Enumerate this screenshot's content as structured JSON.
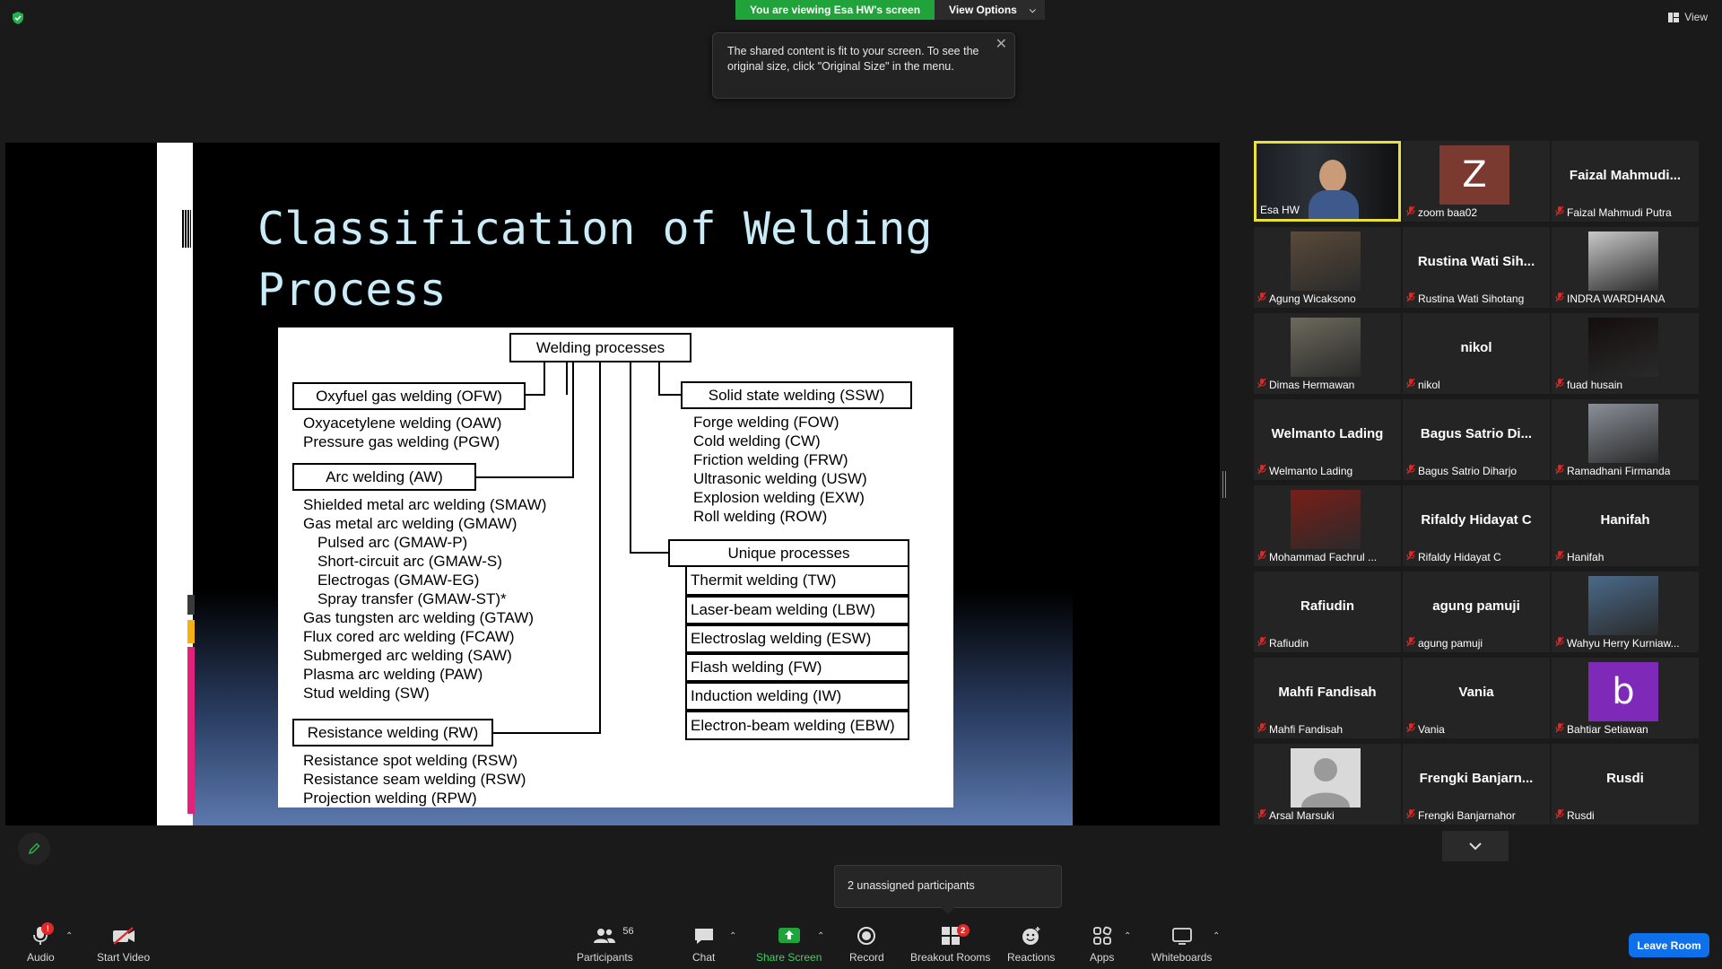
{
  "top": {
    "viewing_banner": "You are viewing Esa HW's screen",
    "view_options": "View Options",
    "tooltip": "The shared content is fit to your screen. To see the original size, click \"Original Size\" in the menu.",
    "view_label": "View"
  },
  "slide": {
    "title": "Classification of Welding Process",
    "root": "Welding processes",
    "ofw": "Oxyfuel gas welding (OFW)",
    "ofw_items": [
      "Oxyacetylene welding (OAW)",
      "Pressure gas welding (PGW)"
    ],
    "aw": "Arc welding (AW)",
    "aw_items": [
      "Shielded metal arc welding (SMAW)",
      "Gas metal arc welding (GMAW)"
    ],
    "aw_sub": [
      "Pulsed arc (GMAW-P)",
      "Short-circuit arc (GMAW-S)",
      "Electrogas (GMAW-EG)",
      "Spray transfer (GMAW-ST)*"
    ],
    "aw_items2": [
      "Gas tungsten arc welding (GTAW)",
      "Flux cored arc welding (FCAW)",
      "Submerged arc welding (SAW)",
      "Plasma arc welding (PAW)",
      "Stud welding (SW)"
    ],
    "rw": "Resistance welding (RW)",
    "rw_items": [
      "Resistance spot welding (RSW)",
      "Resistance seam welding (RSW)",
      "Projection welding (RPW)"
    ],
    "ssw": "Solid state welding (SSW)",
    "ssw_items": [
      "Forge welding (FOW)",
      "Cold welding (CW)",
      "Friction welding (FRW)",
      "Ultrasonic welding (USW)",
      "Explosion welding (EXW)",
      "Roll welding (ROW)"
    ],
    "unique": "Unique processes",
    "unique_items": [
      "Thermit welding (TW)",
      "Laser-beam welding (LBW)",
      "Electroslag welding (ESW)",
      "Flash welding (FW)",
      "Induction welding (IW)",
      "Electron-beam welding (EBW)"
    ]
  },
  "participants": [
    {
      "big": "",
      "label": "Esa HW",
      "muted": false,
      "pic": "video",
      "active": true
    },
    {
      "big": "",
      "label": "zoom baa02",
      "muted": true,
      "pic": "letter",
      "letter": "Z",
      "color": "#7b3a2f"
    },
    {
      "big": "Faizal Mahmudi...",
      "label": "Faizal Mahmudi Putra",
      "muted": true
    },
    {
      "big": "",
      "label": "Agung Wicaksono",
      "muted": true,
      "pic": "photo",
      "color": "#5a4a3a"
    },
    {
      "big": "Rustina Wati Sih...",
      "label": "Rustina Wati Sihotang",
      "muted": true
    },
    {
      "big": "",
      "label": "INDRA WARDHANA",
      "muted": true,
      "pic": "photo",
      "color": "#c8c8c8"
    },
    {
      "big": "",
      "label": "Dimas Hermawan",
      "muted": true,
      "pic": "photo",
      "color": "#6d6a5c"
    },
    {
      "big": "nikol",
      "label": "nikol",
      "muted": true
    },
    {
      "big": "",
      "label": "fuad husain",
      "muted": true,
      "pic": "photo",
      "color": "#140d0e"
    },
    {
      "big": "Welmanto Lading",
      "label": "Welmanto Lading",
      "muted": true
    },
    {
      "big": "Bagus Satrio Di...",
      "label": "Bagus Satrio Diharjo",
      "muted": true
    },
    {
      "big": "",
      "label": "Ramadhani Firmanda",
      "muted": true,
      "pic": "photo",
      "color": "#8a8f98"
    },
    {
      "big": "",
      "label": "Mohammad Fachrul ...",
      "muted": true,
      "pic": "photo",
      "color": "#7a1e18"
    },
    {
      "big": "Rifaldy Hidayat C",
      "label": "Rifaldy Hidayat C",
      "muted": true
    },
    {
      "big": "Hanifah",
      "label": "Hanifah",
      "muted": true
    },
    {
      "big": "Rafiudin",
      "label": "Rafiudin",
      "muted": true
    },
    {
      "big": "agung pamuji",
      "label": "agung pamuji",
      "muted": true
    },
    {
      "big": "",
      "label": "Wahyu Herry Kurniaw...",
      "muted": true,
      "pic": "photo",
      "color": "#4a6a8a"
    },
    {
      "big": "Mahfi Fandisah",
      "label": "Mahfi Fandisah",
      "muted": true
    },
    {
      "big": "Vania",
      "label": "Vania",
      "muted": true
    },
    {
      "big": "",
      "label": "Bahtiar Setiawan",
      "muted": true,
      "pic": "letter",
      "letter": "b",
      "color": "#7f29b8"
    },
    {
      "big": "",
      "label": "Arsal Marsuki",
      "muted": true,
      "pic": "avatar",
      "color": "#d9d9d9"
    },
    {
      "big": "Frengki Banjarn...",
      "label": "Frengki Banjarnahor",
      "muted": true
    },
    {
      "big": "Rusdi",
      "label": "Rusdi",
      "muted": true
    }
  ],
  "popup": {
    "unassigned": "2 unassigned participants"
  },
  "toolbar": {
    "audio": "Audio",
    "audio_badge": "!",
    "video": "Start Video",
    "participants": "Participants",
    "participants_count": "56",
    "chat": "Chat",
    "share": "Share Screen",
    "record": "Record",
    "breakout": "Breakout Rooms",
    "breakout_badge": "2",
    "reactions": "Reactions",
    "apps": "Apps",
    "whiteboards": "Whiteboards",
    "leave": "Leave Room"
  },
  "colors": {
    "green": "#1fa33a",
    "leave_blue": "#0e71eb",
    "active_border": "#e8e03c",
    "muted_red": "#e02828"
  }
}
